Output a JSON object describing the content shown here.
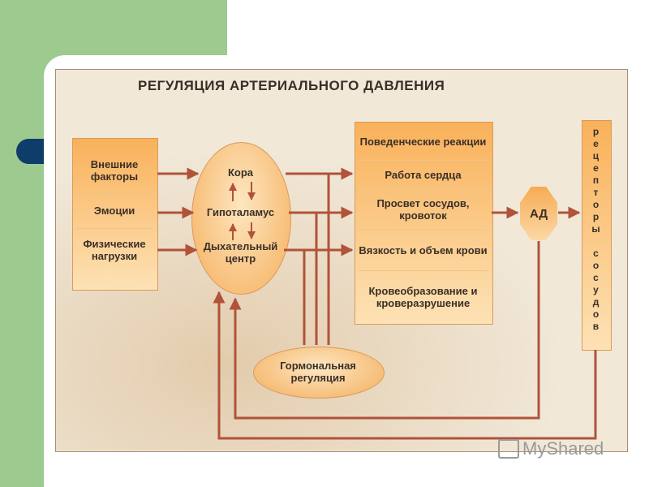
{
  "diagram": {
    "title": "РЕГУЛЯЦИЯ АРТЕРИАЛЬНОГО ДАВЛЕНИЯ",
    "external_factors": [
      "Внешние факторы",
      "Эмоции",
      "Физические нагрузки"
    ],
    "center_nodes": [
      "Кора",
      "Гипоталамус",
      "Дыхательный центр"
    ],
    "effector_responses": [
      "Поведенческие реакции",
      "Работа сердца",
      "Просвет сосудов, кровоток",
      "Вязкость и объем крови",
      "Кровеобразование и кроверазрушение"
    ],
    "hormonal": "Гормональная регуляция",
    "ad": "АД",
    "receptors": "рецепторы сосудов"
  },
  "watermark": {
    "text": "MyShared"
  },
  "colors": {
    "box_top": "#f9b15a",
    "box_bottom": "#fde2b5",
    "arrow": "#b0533a",
    "background_band": "#9dca8f",
    "accent_pill": "#0f3d6a"
  }
}
